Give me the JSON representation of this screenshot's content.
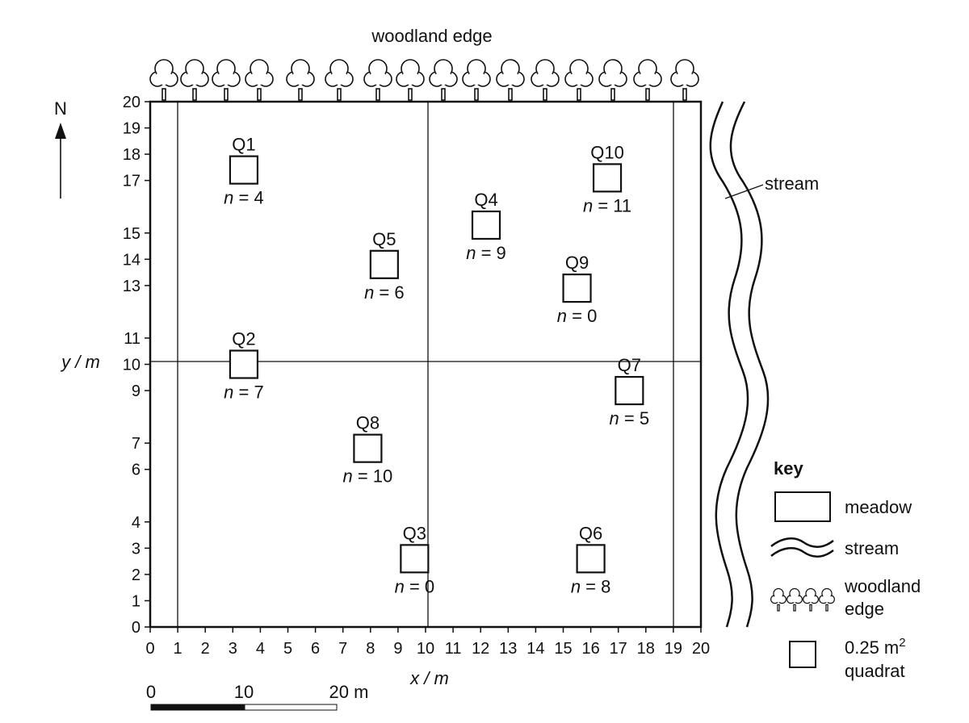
{
  "title": "woodland edge",
  "north_label": "N",
  "axes": {
    "x_label": "x / m",
    "y_label": "y / m",
    "x_ticks": [
      "0",
      "1",
      "2",
      "3",
      "4",
      "5",
      "6",
      "7",
      "8",
      "9",
      "10",
      "11",
      "12",
      "13",
      "14",
      "15",
      "16",
      "17",
      "18",
      "19",
      "20"
    ],
    "y_ticks": [
      "20",
      "19",
      "18",
      "17",
      "15",
      "14",
      "13",
      "11",
      "10",
      "9",
      "7",
      "6",
      "4",
      "3",
      "2",
      "1",
      "0"
    ]
  },
  "stream_label": "stream",
  "scale_bar": {
    "labels": [
      "0",
      "10",
      "20 m"
    ]
  },
  "key": {
    "heading": "key",
    "meadow": "meadow",
    "stream": "stream",
    "woodland_line1": "woodland",
    "woodland_line2": "edge",
    "quadrat_value": "0.25 m",
    "quadrat_exp": "2",
    "quadrat_line2": "quadrat"
  },
  "chart_data": {
    "type": "scatter",
    "xlabel": "x / m",
    "ylabel": "y / m",
    "xlim": [
      0,
      20
    ],
    "ylim": [
      0,
      20
    ],
    "quadrats": [
      {
        "name": "Q1",
        "x": 3.4,
        "y": 17.4,
        "count": "n = 4"
      },
      {
        "name": "Q2",
        "x": 3.4,
        "y": 10.0,
        "count": "n = 7"
      },
      {
        "name": "Q3",
        "x": 9.6,
        "y": 2.6,
        "count": "n = 0"
      },
      {
        "name": "Q4",
        "x": 12.2,
        "y": 15.3,
        "count": "n = 9"
      },
      {
        "name": "Q5",
        "x": 8.5,
        "y": 13.8,
        "count": "n = 6"
      },
      {
        "name": "Q6",
        "x": 16.0,
        "y": 2.6,
        "count": "n = 8"
      },
      {
        "name": "Q7",
        "x": 17.4,
        "y": 9.0,
        "count": "n = 5"
      },
      {
        "name": "Q8",
        "x": 7.9,
        "y": 6.8,
        "count": "n = 10"
      },
      {
        "name": "Q9",
        "x": 15.5,
        "y": 12.9,
        "count": "n = 0"
      },
      {
        "name": "Q10",
        "x": 16.6,
        "y": 17.1,
        "count": "n = 11"
      }
    ]
  }
}
